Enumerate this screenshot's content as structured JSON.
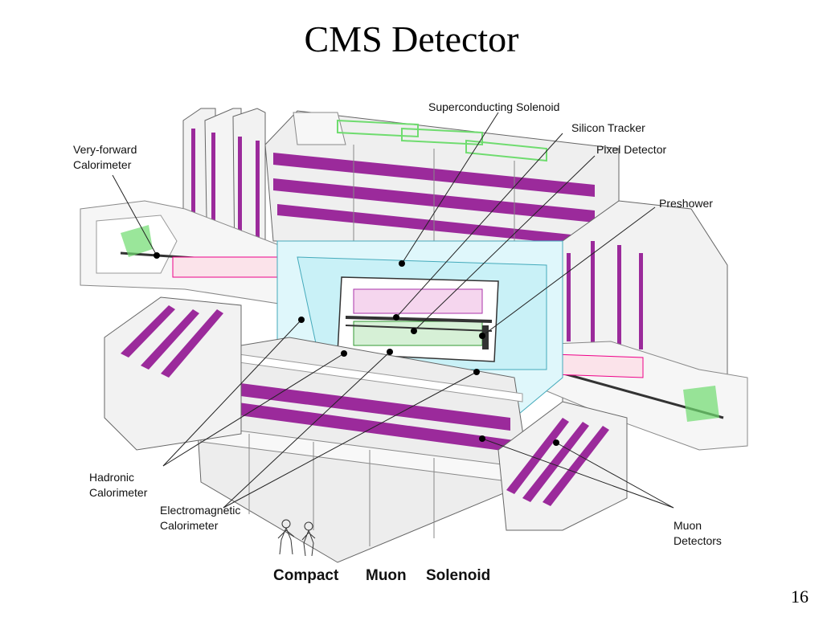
{
  "slide": {
    "title": "CMS Detector",
    "page_number": "16"
  },
  "diagram": {
    "caption_words": [
      "Compact",
      "Muon",
      "Solenoid"
    ],
    "labels": {
      "superconducting_solenoid": "Superconducting Solenoid",
      "silicon_tracker": "Silicon Tracker",
      "pixel_detector": "Pixel Detector",
      "very_forward_line1": "Very-forward",
      "very_forward_line2": "Calorimeter",
      "preshower": "Preshower",
      "hadronic_line1": "Hadronic",
      "hadronic_line2": "Calorimeter",
      "electromagnetic_line1": "Electromagnetic",
      "electromagnetic_line2": "Calorimeter",
      "muon_line1": "Muon",
      "muon_line2": "Detectors"
    },
    "colors": {
      "magenta": "#9b2a9b",
      "cyan": "#7fe3ee",
      "green": "#6fdc6f",
      "steel": "#e8e8e8"
    }
  }
}
